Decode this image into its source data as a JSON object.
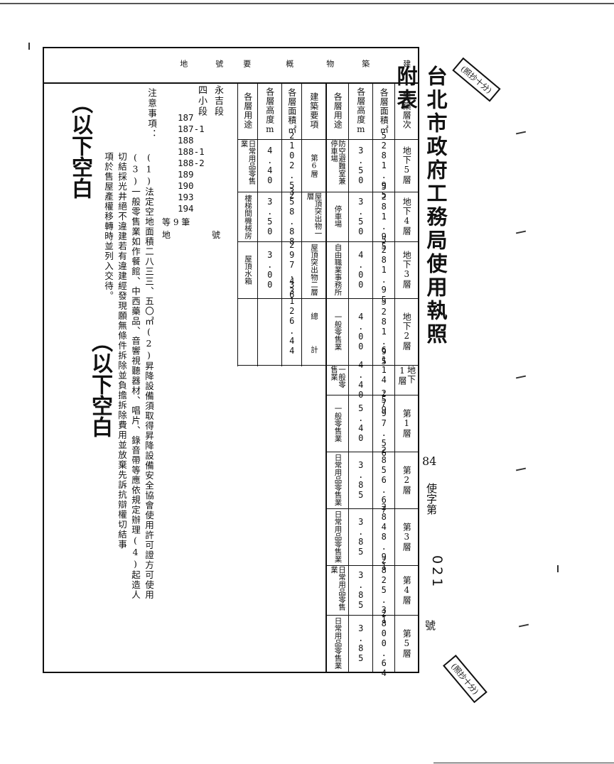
{
  "title": "台北市政府工務局使用執照附表",
  "permit_no": {
    "prefix": "84",
    "mid": "使字第",
    "number": "021",
    "suffix": "號"
  },
  "header_rows": [
    "建",
    "築",
    "物",
    "概",
    "要",
    "地",
    "號"
  ],
  "row_labels": [
    "建築層次",
    "各層面積㎡",
    "各層高度m",
    "各層用途",
    "建築要項",
    "各層面積㎡",
    "各層高度m",
    "各層用途"
  ],
  "floors": [
    {
      "level": "地下5層",
      "area": "5281.95",
      "height": "3.50",
      "use": "防空避難室兼停車場"
    },
    {
      "level": "地下4層",
      "area": "5281.95",
      "height": "3.50",
      "use": "停車場"
    },
    {
      "level": "地下3層",
      "area": "5281.95",
      "height": "4.00",
      "use": "自由職業事務所"
    },
    {
      "level": "地下2層",
      "area": "5281.95",
      "height": "4.00",
      "use": "一般零售業"
    },
    {
      "level": "地下1層",
      "area": "6114.59",
      "height": "4.40",
      "use": "一般零售業"
    },
    {
      "level": "第1層",
      "area": "2797.56",
      "height": "5.40",
      "use": "一般零售業"
    },
    {
      "level": "第2層",
      "area": "2856.67",
      "height": "3.85",
      "use": "日常用品零售業"
    },
    {
      "level": "第3層",
      "area": "2848.91",
      "height": "3.85",
      "use": "日常用品零售業"
    },
    {
      "level": "第4層",
      "area": "2825.31",
      "height": "3.85",
      "use": "日常用品零售業"
    },
    {
      "level": "第5層",
      "area": "2800.64",
      "height": "3.85",
      "use": "日常用品零售業"
    }
  ],
  "items": [
    {
      "item": "第6層",
      "area": "2102.52",
      "height": "4.40",
      "use": "日常用品零售業"
    },
    {
      "item": "屋頂突出物一層",
      "area": "358.88",
      "height": "3.50",
      "use": "樓梯間機械房"
    },
    {
      "item": "屋頂突出物二層",
      "area": "297.36",
      "height": "3.00",
      "use": "屋頂水箱"
    },
    {
      "item": "總",
      "area": "43126.44",
      "height": "",
      "use": ""
    },
    {
      "item": "計",
      "area": "",
      "height": "",
      "use": ""
    }
  ],
  "lot": {
    "section": "永吉段",
    "subsection": "四小段",
    "numbers": [
      "187",
      "187-1",
      "188",
      "188-1",
      "188-2",
      "189",
      "190",
      "193",
      "194"
    ],
    "tail_1": "等 9 筆",
    "tail_2": "地",
    "tail_3": "號"
  },
  "notes_heading": "注意事項：",
  "notes_columns": [
    "(1)法定空地面積二八三三、五〇㎡(2)昇降設備須取得昇降設備安全協會使用許可證方可使用",
    "(3)一般零售業如作餐館、中西藥品、音響視聽器材、唱片、錄音帶等應依規定辦理(4)起造人",
    "切結採光井絕不違建若有違建經發現願無條件拆除並負擔拆除費用並放棄先訴抗辯權切結事",
    "項於售屋產權移轉時並列入交待。"
  ],
  "handwritten_1": "（以下空白",
  "handwritten_2": "（以下空白",
  "stamp_top": "(照抄十分)",
  "stamp_bottom": "(照抄十分)"
}
